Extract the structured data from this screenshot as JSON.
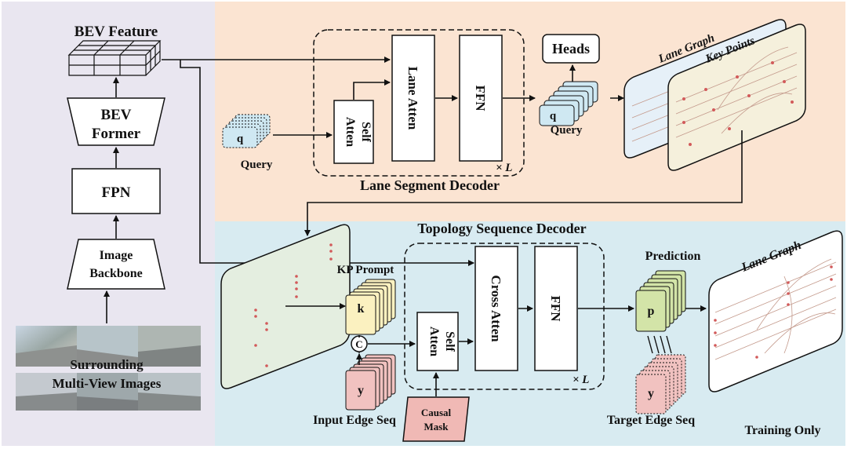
{
  "backbone": {
    "bev_feature": "BEV Feature",
    "bev_former_line1": "BEV",
    "bev_former_line2": "Former",
    "fpn": "FPN",
    "image_backbone_line1": "Image",
    "image_backbone_line2": "Backbone",
    "images_line1": "Surrounding",
    "images_line2": "Multi-View Images"
  },
  "lane_segment_decoder": {
    "title": "Lane Segment Decoder",
    "query_token": "q",
    "query_label": "Query",
    "self_atten_line1": "Self",
    "self_atten_line2": "Atten",
    "lane_atten": "Lane Atten",
    "ffn": "FFN",
    "repeat": "× L",
    "out_query_token": "q",
    "out_query_label": "Query",
    "heads": "Heads",
    "lane_graph": "Lane Graph",
    "key_points": "Key Points"
  },
  "topology_sequence_decoder": {
    "title": "Topology Sequence Decoder",
    "kp_prompt": "KP Prompt",
    "k_token": "k",
    "concat": "C",
    "y_token": "y",
    "input_edge_seq": "Input Edge Seq",
    "self_atten_line1": "Self",
    "self_atten_line2": "Atten",
    "cross_atten": "Cross Atten",
    "ffn": "FFN",
    "repeat": "× L",
    "causal_line1": "Causal",
    "causal_line2": "Mask",
    "prediction": "Prediction",
    "p_token": "p",
    "target_y_token": "y",
    "target_edge_seq": "Target Edge Seq",
    "lane_graph": "Lane Graph",
    "training_only": "Training Only"
  },
  "colors": {
    "left_panel": "#e9e6f0",
    "top_panel": "#fbe4d2",
    "bottom_panel": "#d8ebf1",
    "query_fill": "#cfe8f2",
    "k_fill": "#fbf1c0",
    "y_fill": "#f1c2c0",
    "p_fill": "#d3e4a8",
    "causal_fill": "#f0b9b5",
    "training_only": "#d62020"
  }
}
